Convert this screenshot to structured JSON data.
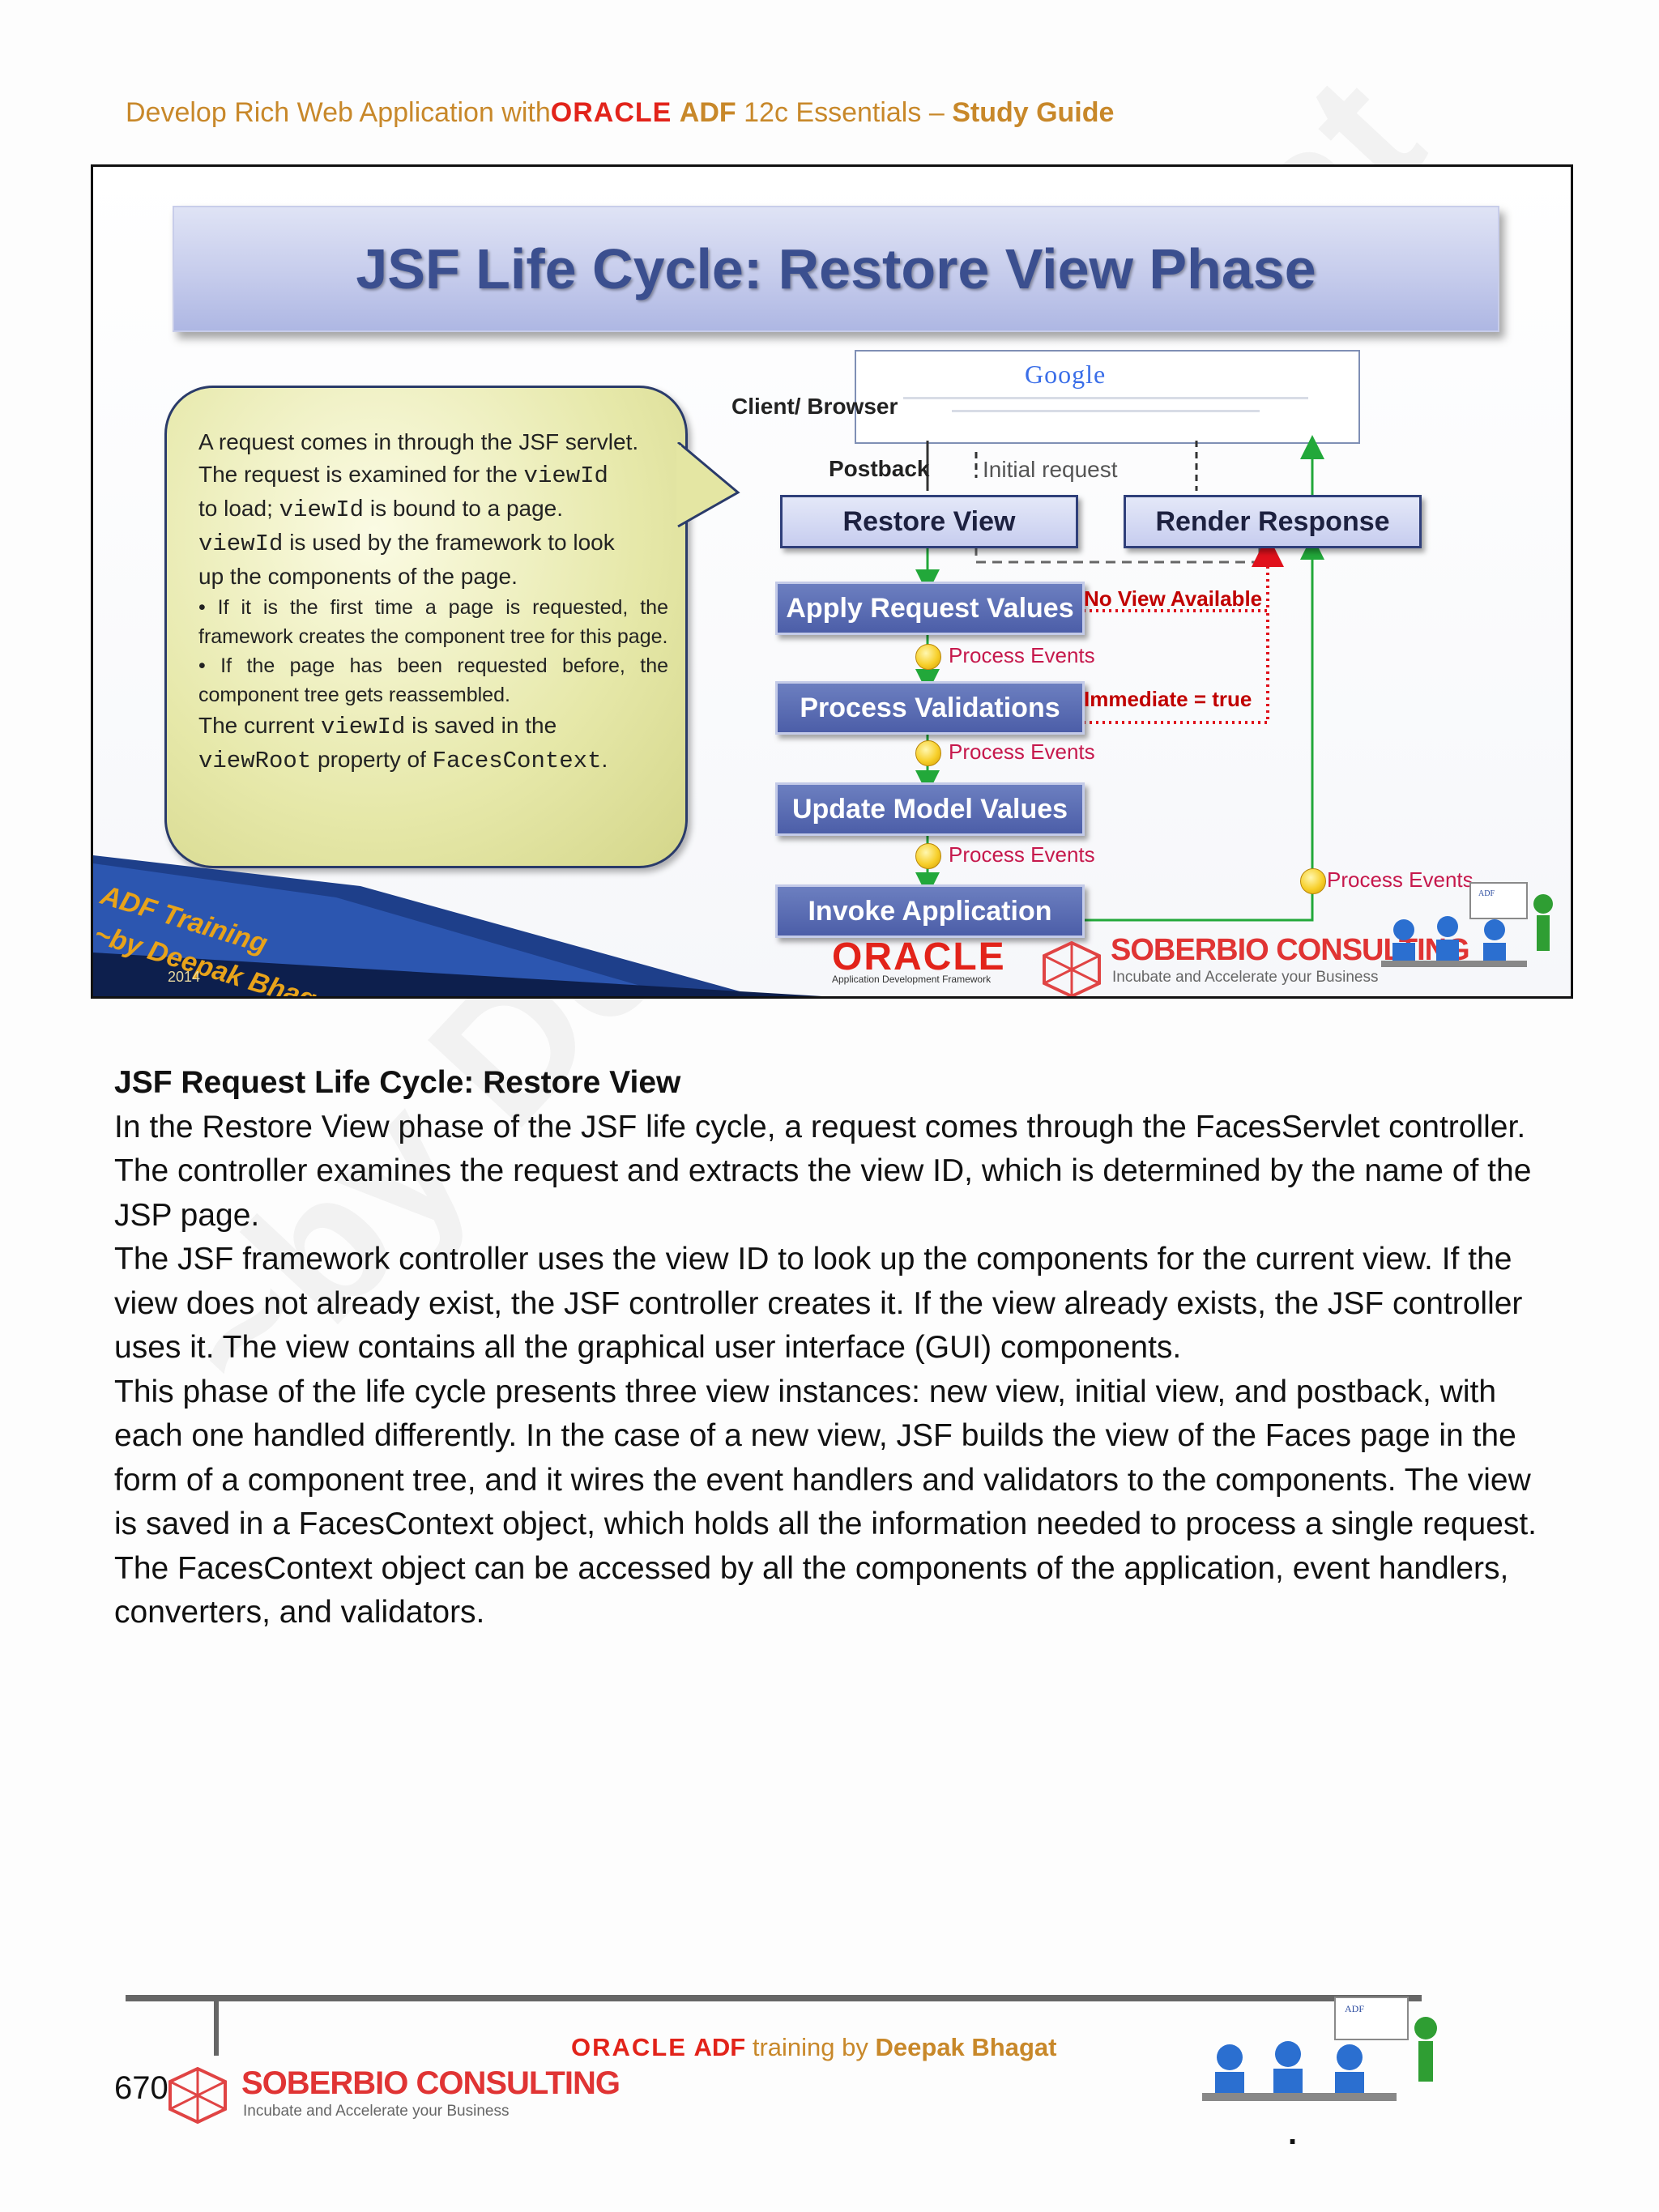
{
  "header": {
    "prefix": "Develop Rich Web Application with",
    "oracle": "ORACLE",
    "adf": "ADF",
    "mid": "12c Essentials",
    "dash": "–",
    "study_guide": "Study Guide"
  },
  "slide": {
    "title": "JSF Life Cycle: Restore View Phase",
    "bubble": {
      "line1": "A request comes in through the JSF servlet.",
      "line2a": "The request is examined for the ",
      "line2b": "viewId",
      "line3a": "to load; ",
      "line3b": "viewId",
      "line3c": " is bound to a page.",
      "line4a": "viewId",
      "line4b": " is used by the framework to look",
      "line5": "up the components of the page.",
      "bullet1": "• If it is the first time a page is requested, the framework creates the component tree for this page.",
      "bullet2": "• If the page has been requested before, the component tree gets reassembled.",
      "last_a": "The current ",
      "last_b": "viewId",
      "last_c": " is saved in the",
      "last_d": "viewRoot",
      "last_e": " property of ",
      "last_f": "FacesContext",
      "last_g": "."
    },
    "diagram": {
      "google": "Google",
      "client_browser": "Client/ Browser",
      "postback": "Postback",
      "initial_request": "Initial request",
      "restore_view": "Restore View",
      "render_response": "Render Response",
      "apply_request_values": "Apply Request Values",
      "process_validations": "Process Validations",
      "update_model_values": "Update Model Values",
      "invoke_application": "Invoke Application",
      "process_events": "Process Events",
      "no_view_available": "No View Available",
      "immediate_true": "Immediate = true"
    },
    "ribbon": {
      "line1": "ADF Training",
      "line2": "~by Deepak Bhagat",
      "year": "2014"
    },
    "oracle_logo": "ORACLE",
    "oracle_sub": "Application Development Framework",
    "soberbio_name": "SOBERBIO CONSULTING",
    "soberbio_tag": "Incubate and Accelerate your Business",
    "adf_board": "ADF"
  },
  "content": {
    "heading": "JSF Request Life Cycle: Restore View",
    "p1": "In the Restore View phase of the JSF life cycle, a request comes through the FacesServlet controller. The controller examines the request and extracts the view ID, which is determined by the name of the JSP page.",
    "p2": "The JSF framework controller uses the view ID to look up the components for the current view. If the view does not already exist, the JSF controller creates it. If the view already exists, the JSF controller uses it. The view contains all the graphical user interface (GUI) components.",
    "p3": "This phase of the life cycle presents three view instances: new view, initial view, and postback, with each one handled differently. In the case of a new view, JSF builds the view of the Faces page in the form of a component tree, and it wires the event handlers and validators to the components. The view is saved in a FacesContext object, which holds all the information needed to process a single request. The FacesContext object can be accessed by all the components of the application, event handlers, converters, and validators."
  },
  "footer": {
    "page_number": "670",
    "soberbio_name": "SOBERBIO CONSULTING",
    "soberbio_tag": "Incubate and Accelerate your Business",
    "oracle": "ORACLE",
    "adf": "ADF",
    "training_by": "training by",
    "author": "Deepak Bhagat",
    "adf_board": "ADF",
    "dot": "."
  },
  "watermark": "~by Deepak Bhagat",
  "colors": {
    "oracle_red": "#e2231a",
    "header_gold": "#c8882a",
    "title_blue": "#3b4f8f",
    "green_arrow": "#22a83a",
    "event_red": "#c6184c"
  }
}
